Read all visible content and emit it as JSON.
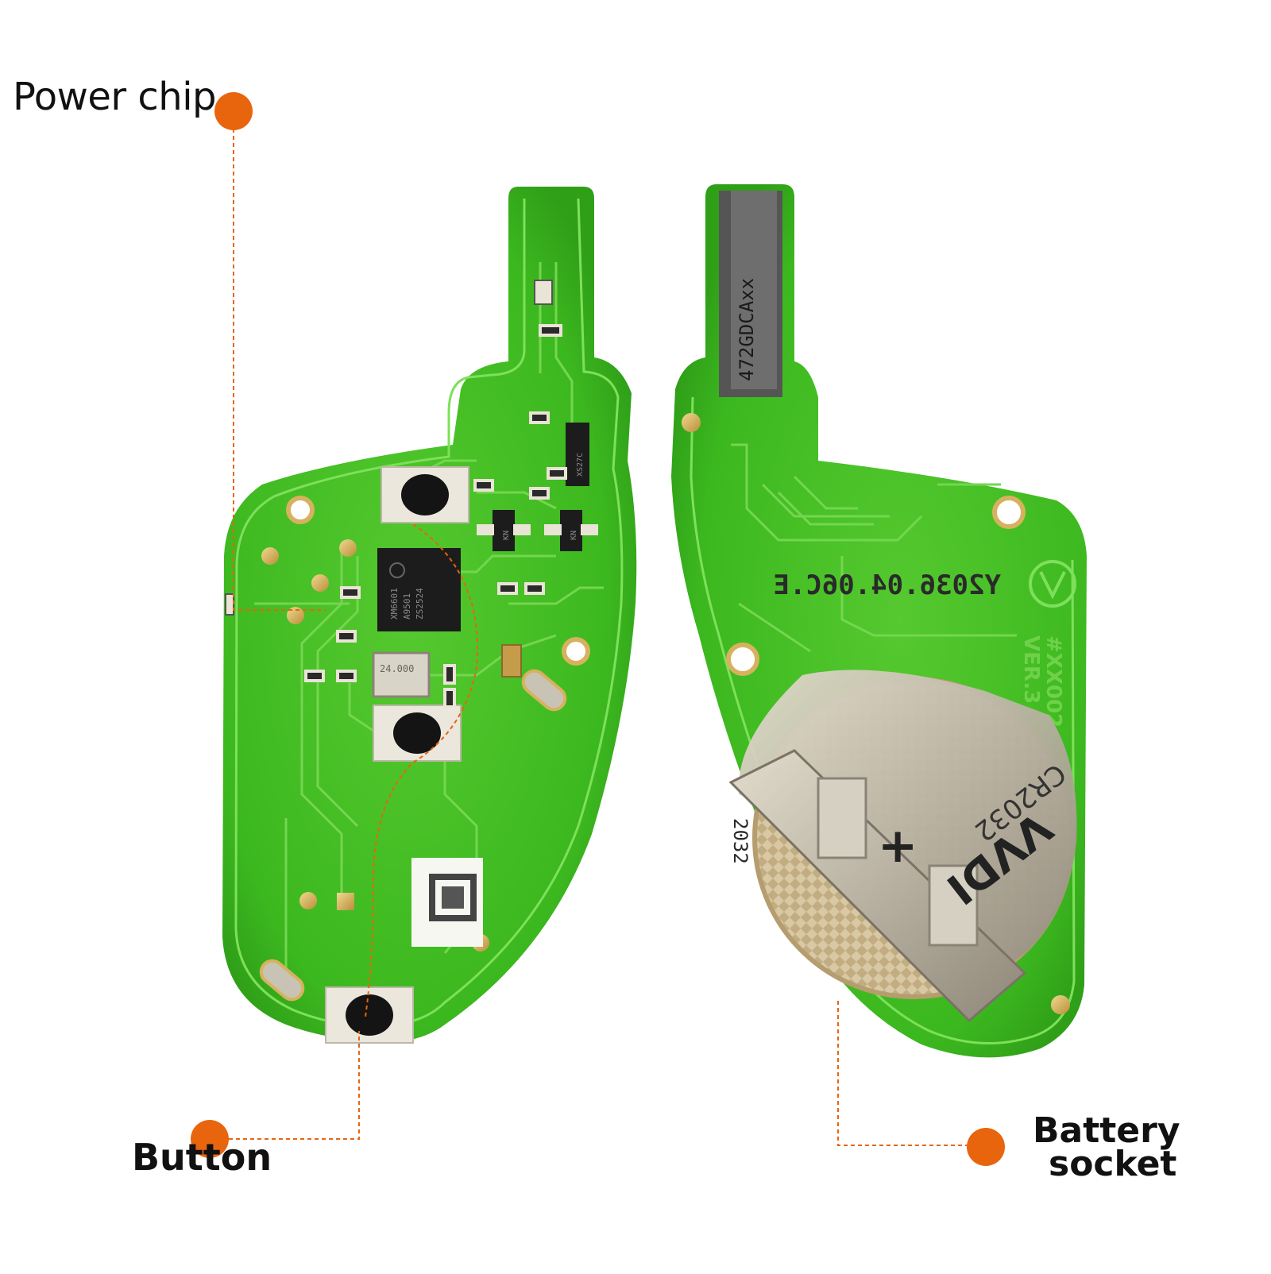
{
  "annotations": {
    "power_chip": "Power chip",
    "button": "Button",
    "battery_socket_line1": "Battery",
    "battery_socket_line2": "socket"
  },
  "front_board": {
    "main_chip_text": [
      "XM6601",
      "A9501",
      "ZS2524"
    ],
    "crystal_text": "24.000",
    "small_chip_text": "XS27C",
    "transistor_text": "KN"
  },
  "back_board": {
    "chip_text": "472GDCAxx",
    "board_code": "Y2036.04.06C.E",
    "version_text": [
      "#XX002",
      "VER.3"
    ],
    "battery_text": [
      "VVDI",
      "CR2032"
    ],
    "plus_sign": "+",
    "side_text": "2032"
  },
  "colors": {
    "pcb_green": "#3fbf22",
    "trace_green": "#7ee05a",
    "accent_orange": "#e8650e",
    "gold_pad": "#d7b25e",
    "metal": "#c9c3b5"
  }
}
